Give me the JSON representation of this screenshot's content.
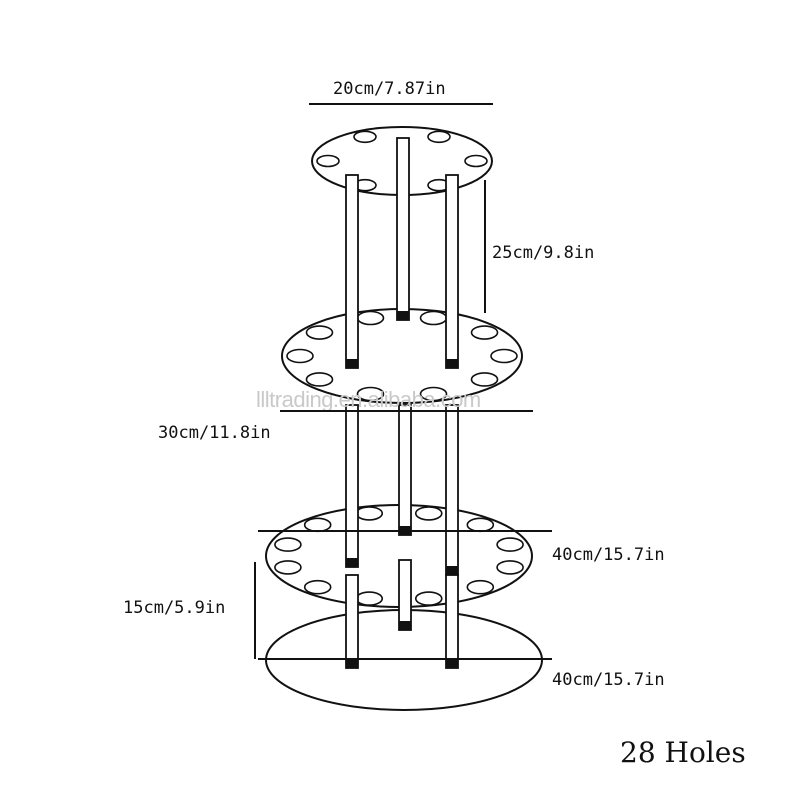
{
  "dimensions": {
    "top_diameter": "20cm/7.87in",
    "top_spacing": "25cm/9.8in",
    "middle_diameter": "30cm/11.8in",
    "lower_diameter": "40cm/15.7in",
    "lower_spacing": "15cm/5.9in",
    "base_diameter": "40cm/15.7in"
  },
  "holes_label": "28 Holes",
  "watermark": "llltrading.en.alibaba.com",
  "colors": {
    "line": "#111111",
    "background": "#ffffff",
    "watermark": "#c9c9c9"
  }
}
